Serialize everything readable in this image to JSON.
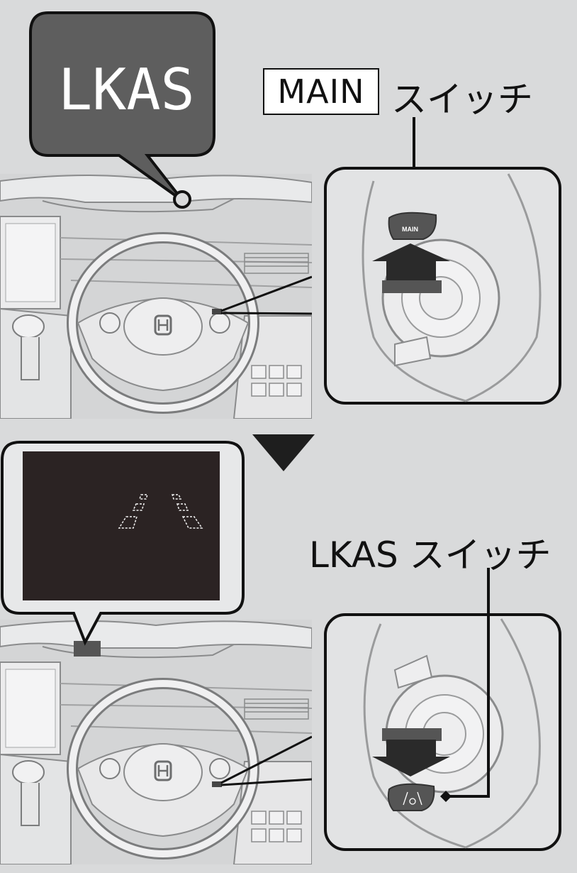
{
  "callout_top": {
    "text": "LKAS"
  },
  "main_switch": {
    "box_label": "MAIN",
    "suffix": "スイッチ",
    "button_label": "MAIN"
  },
  "lkas_switch": {
    "label": "LKAS スイッチ"
  },
  "colors": {
    "background": "#d9dadb",
    "callout": "#5e5e5e",
    "display": "#2b2323",
    "button": "#555555"
  }
}
